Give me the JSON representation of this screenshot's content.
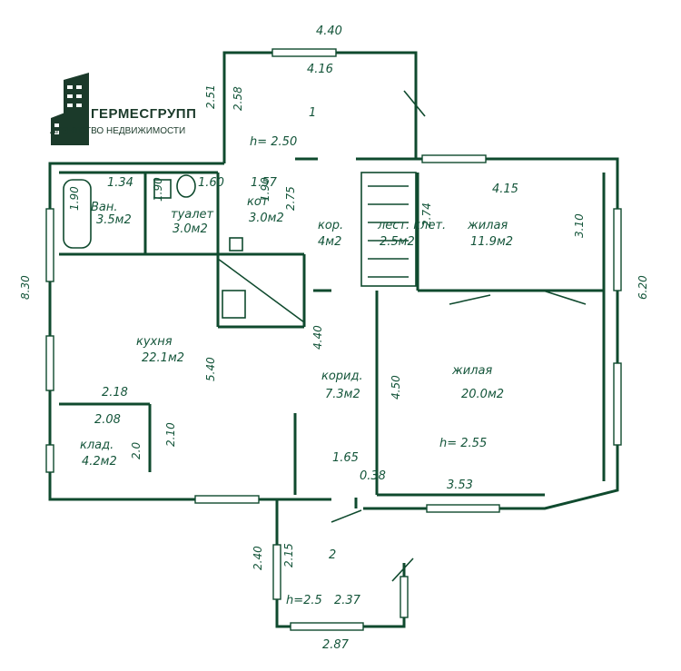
{
  "logo": {
    "title": "ГЕРМЕСГРУПП",
    "subtitle": "АГЕНТСТВО НЕДВИЖИМОСТИ",
    "icon": "building-icon"
  },
  "colors": {
    "ink": "#0f4a2e",
    "paper": "#ffffff"
  },
  "plan": {
    "overall_dims": {
      "top_width": "4.40",
      "left_height": "8.30",
      "right_height": "6.20",
      "bottom_width": "2.87"
    },
    "rooms": [
      {
        "id": "porch-1",
        "label": "1",
        "area": "",
        "dims": [
          "4.16",
          "2.58",
          "2.51"
        ],
        "height": "h= 2.50"
      },
      {
        "id": "bath",
        "label": "Ван.",
        "area": "3.5м2",
        "dims": [
          "1.34",
          "1.90"
        ]
      },
      {
        "id": "toilet",
        "label": "туалет",
        "area": "3.0м2",
        "dims": [
          "1.90",
          "1.60"
        ]
      },
      {
        "id": "boiler",
        "label": "кот",
        "area": "3.0м2",
        "dims": [
          "1.57",
          "1.90",
          "2.75"
        ]
      },
      {
        "id": "corridor",
        "label": "кор.",
        "area": "4м2",
        "dims": [
          "2.74"
        ]
      },
      {
        "id": "stair",
        "label": "лест. клет.",
        "area": "2.5м2"
      },
      {
        "id": "living-1",
        "label": "жилая",
        "area": "11.9м2",
        "dims": [
          "4.15",
          "3.10"
        ]
      },
      {
        "id": "kitchen",
        "label": "кухня",
        "area": "22.1м2",
        "dims": [
          "5.40",
          "4.40"
        ]
      },
      {
        "id": "pantry",
        "label": "клад.",
        "area": "4.2м2",
        "dims": [
          "2.18",
          "2.08",
          "2.10",
          "2.0"
        ]
      },
      {
        "id": "hall",
        "label": "корид.",
        "area": "7.3м2",
        "dims": [
          "4.50"
        ]
      },
      {
        "id": "living-2",
        "label": "жилая",
        "area": "20.0м2",
        "height": "h= 2.55",
        "dims": [
          "3.53"
        ]
      },
      {
        "id": "porch-2",
        "label": "2",
        "area": "",
        "dims": [
          "2.40",
          "2.15",
          "2.37",
          "1.65",
          "0.38"
        ],
        "height": "h=2.5"
      }
    ]
  }
}
